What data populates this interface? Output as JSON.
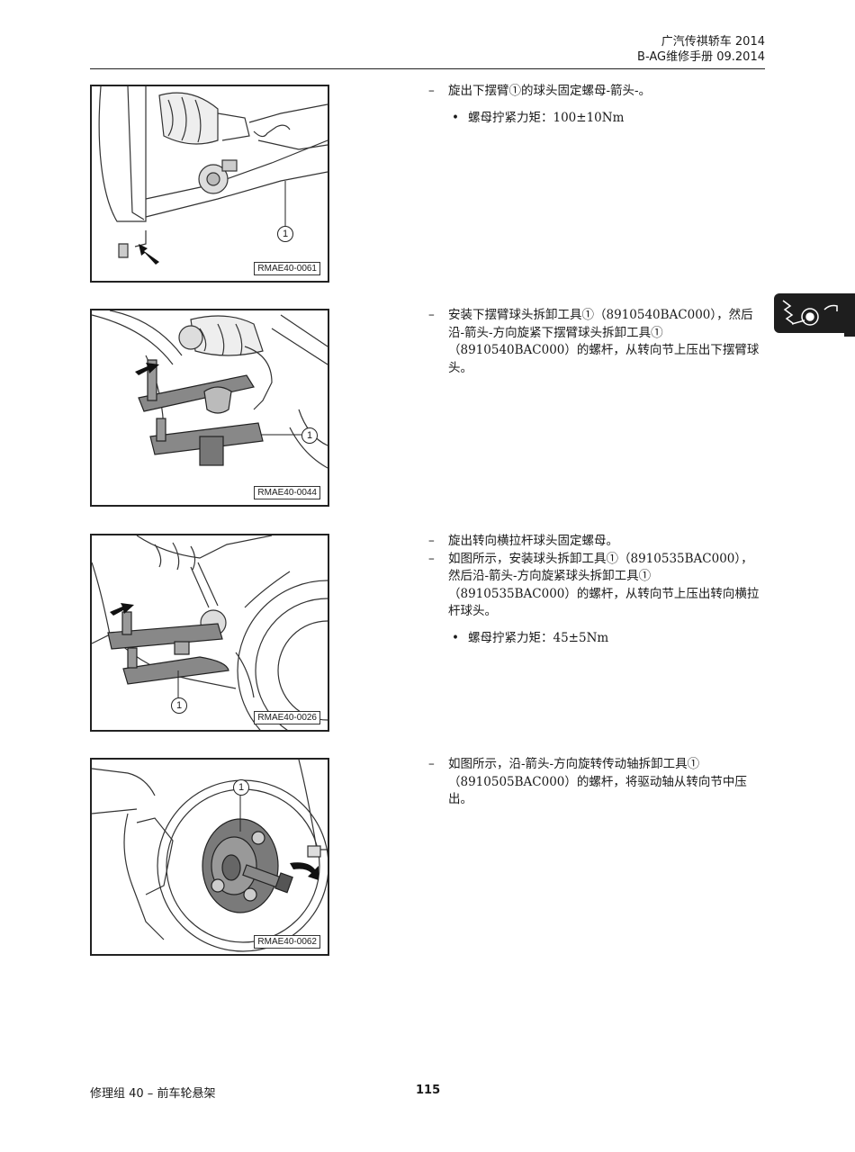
{
  "header": {
    "line1": "广汽传祺轿车 2014",
    "line2": "B-AG维修手册 09.2014"
  },
  "figures": [
    {
      "label": "RMAE40-0061",
      "callout": "1"
    },
    {
      "label": "RMAE40-0044",
      "callout": "1"
    },
    {
      "label": "RMAE40-0026",
      "callout": "1"
    },
    {
      "label": "RMAE40-0062",
      "callout": "1"
    }
  ],
  "sections": [
    {
      "steps": [
        "旋出下摆臂①的球头固定螺母-箭头-。"
      ],
      "bullets": [
        "螺母拧紧力矩：100±10Nm"
      ]
    },
    {
      "steps": [
        "安装下摆臂球头拆卸工具①（8910540BAC000），然后沿-箭头-方向旋紧下摆臂球头拆卸工具①（8910540BAC000）的螺杆，从转向节上压出下摆臂球头。"
      ],
      "bullets": []
    },
    {
      "steps": [
        "旋出转向横拉杆球头固定螺母。",
        "如图所示，安装球头拆卸工具①（8910535BAC000），然后沿-箭头-方向旋紧球头拆卸工具①（8910535BAC000）的螺杆，从转向节上压出转向横拉杆球头。"
      ],
      "bullets": [
        "螺母拧紧力矩：45±5Nm"
      ]
    },
    {
      "steps": [
        "如图所示，沿-箭头-方向旋转传动轴拆卸工具①（8910505BAC000）的螺杆，将驱动轴从转向节中压出。"
      ],
      "bullets": []
    }
  ],
  "marks": {
    "dash": "–",
    "bullet": "•"
  },
  "side_tab": {
    "icon": "suspension-icon",
    "color": "#1e1e1e"
  },
  "footer": {
    "chapter": "修理组 40 – 前车轮悬架",
    "page": "115"
  }
}
